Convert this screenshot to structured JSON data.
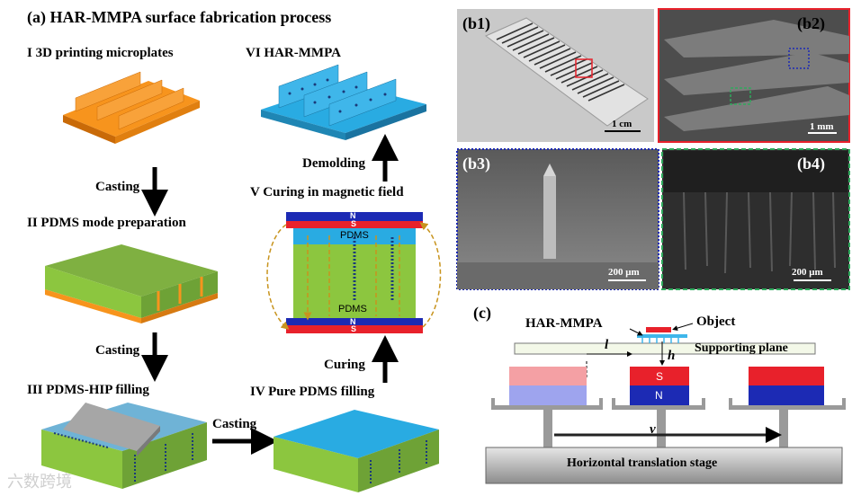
{
  "panel_a": {
    "title": "(a)   HAR-MMPA surface fabrication process",
    "step1": "I  3D printing microplates",
    "step2": "II  PDMS mode preparation",
    "step3": "III    PDMS-HIP filling",
    "step4": "IV     Pure PDMS filling",
    "step5": "V  Curing in magnetic field",
    "step6": "VI      HAR-MMPA",
    "arrow_casting_1": "Casting",
    "arrow_casting_2": "Casting",
    "arrow_casting_3": "Casting",
    "arrow_curing": "Curing",
    "arrow_demolding": "Demolding",
    "magnet_top_n": "N",
    "magnet_top_s": "S",
    "magnet_bottom_n": "N",
    "magnet_bottom_s": "S",
    "pdms_top": "PDMS",
    "pdms_bottom": "PDMS"
  },
  "panel_b": {
    "b1_label": "(b1)",
    "b1_scale": "1 cm",
    "b2_label": "(b2)",
    "b2_scale": "1 mm",
    "b3_label": "(b3)",
    "b3_scale": "200 μm",
    "b4_label": "(b4)",
    "b4_scale": "200 μm"
  },
  "panel_c": {
    "label": "(c)",
    "har_mmpa": "HAR-MMPA",
    "object": "Object",
    "supporting_plane": "Supporting plane",
    "l": "l",
    "h": "h",
    "v": "v",
    "magnet_s": "S",
    "magnet_n": "N",
    "stage": "Horizontal translation stage"
  },
  "watermark": "六数跨境",
  "colors": {
    "orange": "#f7941d",
    "green": "#8cc63f",
    "blue": "#29abe2",
    "magnet_red": "#e8212b",
    "magnet_blue": "#1c2ab4",
    "field_line": "#c8941e"
  }
}
